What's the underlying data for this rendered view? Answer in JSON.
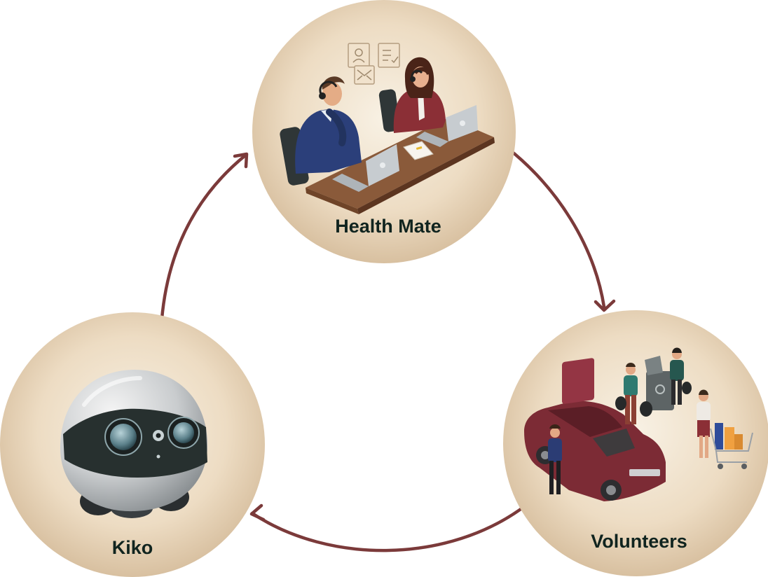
{
  "nodes": [
    {
      "label": "Health Mate",
      "illustration": "call-center-agents-with-headsets-and-laptops"
    },
    {
      "label": "Volunteers",
      "illustration": "volunteers-with-car-groceries-and-trash-bins"
    },
    {
      "label": "Kiko",
      "illustration": "round-home-companion-robot"
    }
  ],
  "cycle_direction": "clockwise",
  "colors": {
    "arrow": "#7b3a3a",
    "circle_center": "#f8f1e4",
    "circle_edge": "#d8c0a0",
    "label": "#10241f"
  }
}
